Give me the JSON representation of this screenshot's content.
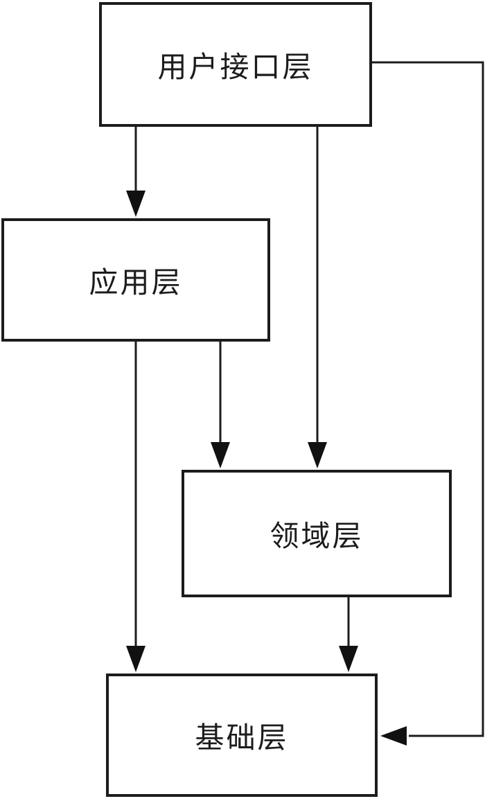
{
  "diagram": {
    "type": "layered-architecture-flowchart",
    "nodes": [
      {
        "id": "ui-layer",
        "label": "用户接口层"
      },
      {
        "id": "application-layer",
        "label": "应用层"
      },
      {
        "id": "domain-layer",
        "label": "领域层"
      },
      {
        "id": "infrastructure-layer",
        "label": "基础层"
      }
    ],
    "edges": [
      {
        "from": "用户接口层",
        "to": "应用层",
        "direction": "down"
      },
      {
        "from": "用户接口层",
        "to": "领域层",
        "direction": "down"
      },
      {
        "from": "用户接口层",
        "to": "基础层",
        "direction": "right-side-feedback-left-into-box"
      },
      {
        "from": "应用层",
        "to": "领域层",
        "direction": "down"
      },
      {
        "from": "应用层",
        "to": "基础层",
        "direction": "down"
      },
      {
        "from": "领域层",
        "to": "基础层",
        "direction": "down"
      }
    ],
    "colors": {
      "background": "#ffffff",
      "box_fill": "#ffffff",
      "box_border": "#1c1c1c",
      "line": "#1c1c1c",
      "arrowhead": "#111111",
      "text": "#1c1c1c"
    }
  }
}
